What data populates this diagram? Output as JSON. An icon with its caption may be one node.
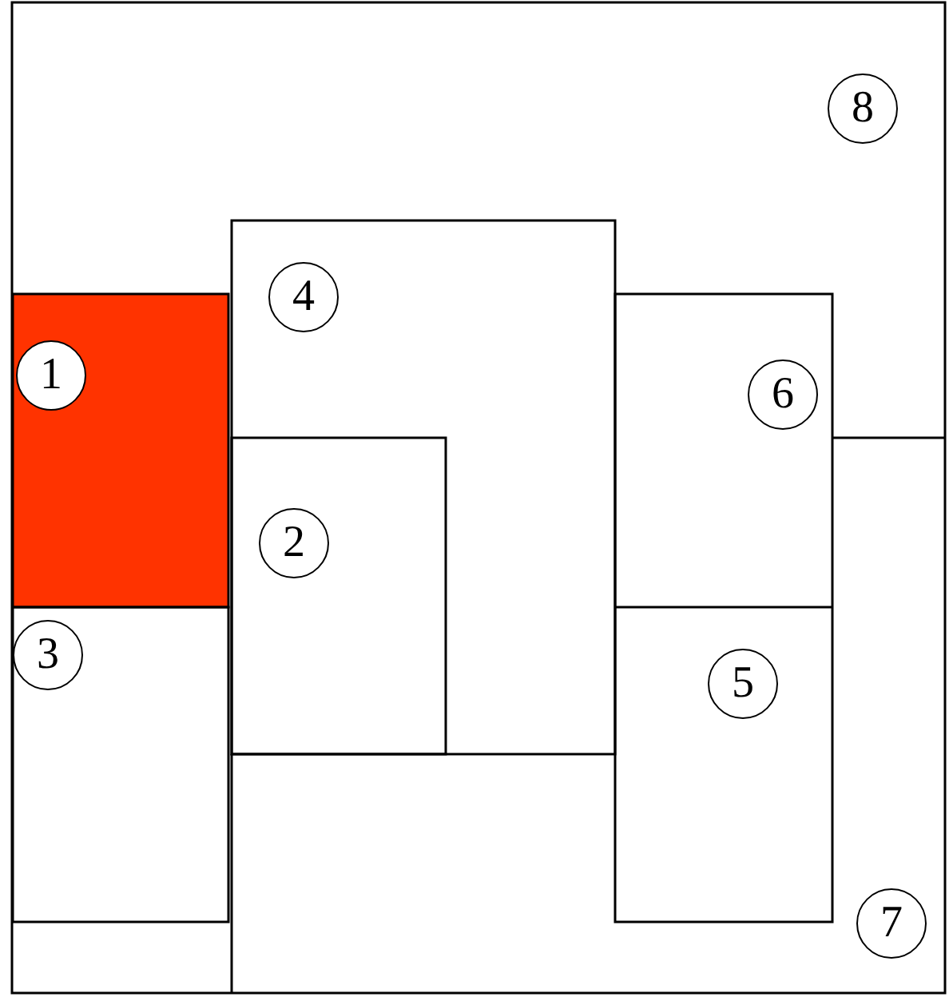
{
  "diagram": {
    "nodes": [
      {
        "text": [
          "8"
        ]
      },
      {
        "text": [
          "4"
        ]
      },
      {
        "text": [
          "1"
        ]
      },
      {
        "text": [
          "6"
        ]
      },
      {
        "text": [
          "2"
        ]
      },
      {
        "text": [
          "3"
        ]
      },
      {
        "text": [
          "5"
        ]
      },
      {
        "text": [
          "7"
        ]
      }
    ],
    "edges": []
  }
}
